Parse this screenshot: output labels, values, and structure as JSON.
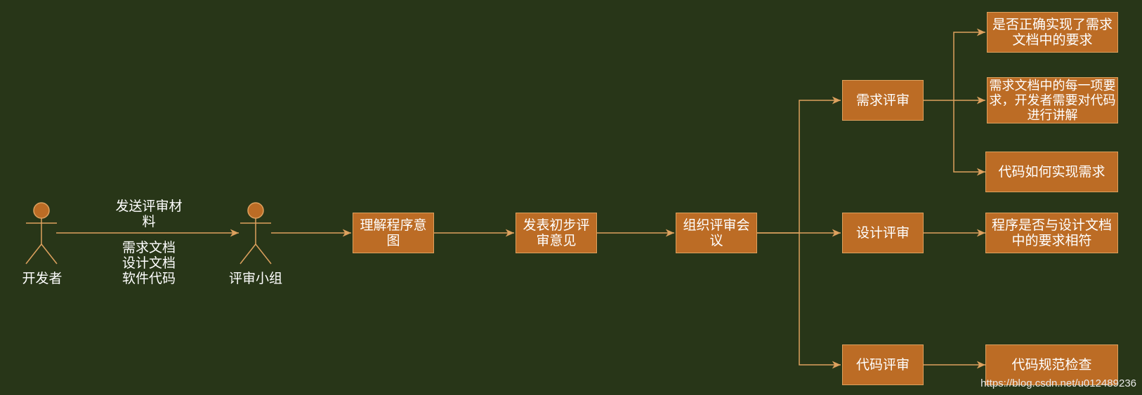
{
  "colors": {
    "background": "#283618",
    "box_fill": "#bc6c25",
    "box_stroke": "#dda15e",
    "line": "#dda15e",
    "text": "#ffffff"
  },
  "actors": {
    "developer": "开发者",
    "review_team": "评审小组"
  },
  "edge_labels": {
    "send_materials": "发送评审材料",
    "materials_list": [
      "需求文档",
      "设计文档",
      "软件代码"
    ]
  },
  "nodes": {
    "understand": "理解程序意图",
    "initial_opinion": "发表初步评审意见",
    "organize_meeting": "组织评审会议",
    "requirement_review": "需求评审",
    "design_review": "设计评审",
    "code_review": "代码评审",
    "req_correct": "是否正确实现了需求文档中的要求",
    "req_explain": "需求文档中的每一项要求，开发者需要对代码进行讲解",
    "req_how": "代码如何实现需求",
    "design_match": "程序是否与设计文档中的要求相符",
    "code_style": "代码规范检查"
  },
  "watermark": "https://blog.csdn.net/u012489236"
}
